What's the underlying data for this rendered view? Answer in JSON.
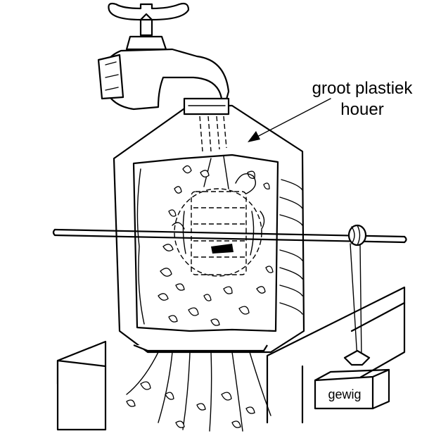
{
  "labels": {
    "container": [
      "groot plastiek",
      "houer"
    ],
    "weight": "gewig"
  },
  "icons": {
    "tap": "water-tap-icon",
    "weight": "weight-block-icon"
  },
  "colors": {
    "ink": "#000000",
    "paper": "#ffffff"
  }
}
